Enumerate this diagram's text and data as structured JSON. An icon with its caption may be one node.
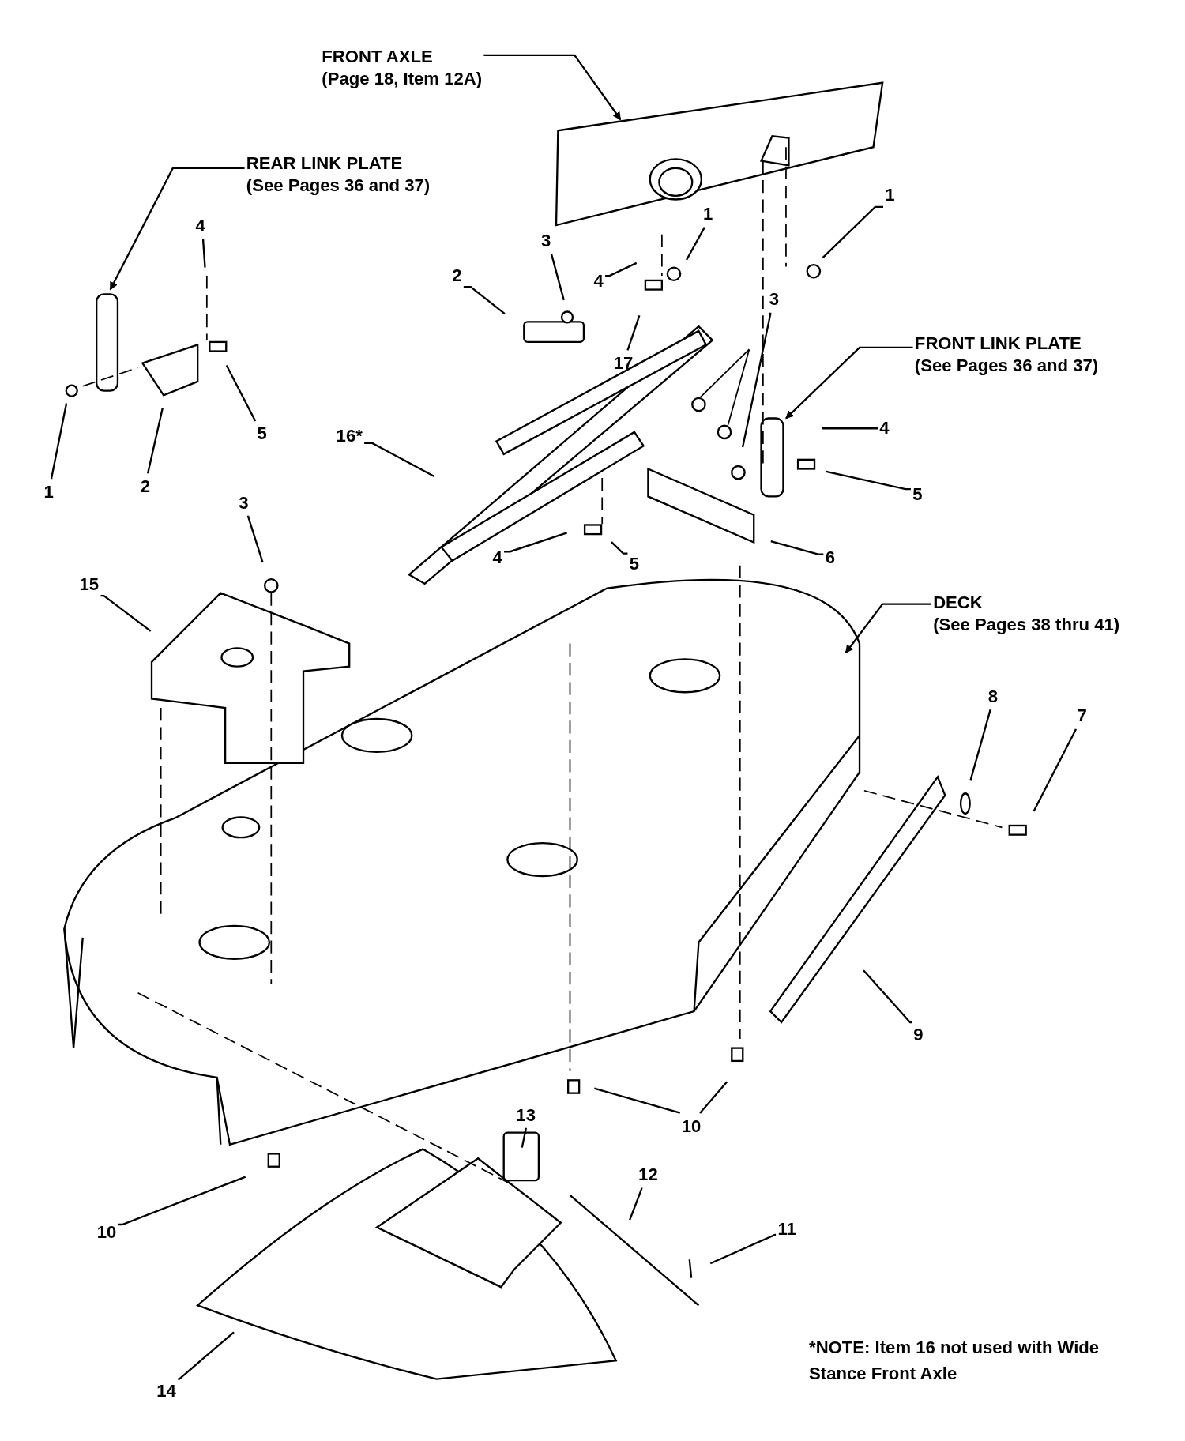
{
  "diagram": {
    "nodes": [
      {
        "text": [
          "FRONT AXLE",
          "(Page 18, Item 12A)"
        ]
      },
      {
        "text": [
          "REAR LINK PLATE",
          "(See Pages 36 and 37)"
        ]
      },
      {
        "text": [
          "1"
        ]
      },
      {
        "text": [
          "3"
        ]
      },
      {
        "text": [
          "1"
        ]
      },
      {
        "text": [
          "2"
        ]
      },
      {
        "text": [
          "4"
        ]
      },
      {
        "text": [
          "4"
        ]
      },
      {
        "text": [
          "17"
        ]
      },
      {
        "text": [
          "3"
        ]
      },
      {
        "text": [
          "FRONT LINK PLATE",
          "(See Pages 36 and 37)"
        ]
      },
      {
        "text": [
          "4"
        ]
      },
      {
        "text": [
          "16*"
        ]
      },
      {
        "text": [
          "5"
        ]
      },
      {
        "text": [
          "1"
        ]
      },
      {
        "text": [
          "2"
        ]
      },
      {
        "text": [
          "5"
        ]
      },
      {
        "text": [
          "3"
        ]
      },
      {
        "text": [
          "4"
        ]
      },
      {
        "text": [
          "5"
        ]
      },
      {
        "text": [
          "6"
        ]
      },
      {
        "text": [
          "15"
        ]
      },
      {
        "text": [
          "DECK",
          "(See Pages 38 thru 41)"
        ]
      },
      {
        "text": [
          "8"
        ]
      },
      {
        "text": [
          "7"
        ]
      },
      {
        "text": [
          "9"
        ]
      },
      {
        "text": [
          "10"
        ]
      },
      {
        "text": [
          "13"
        ]
      },
      {
        "text": [
          "12"
        ]
      },
      {
        "text": [
          "10"
        ]
      },
      {
        "text": [
          "11"
        ]
      },
      {
        "text": [
          "14"
        ]
      }
    ],
    "edges": [
      {
        "from": 0,
        "to": null,
        "arrow": "to"
      },
      {
        "from": 1,
        "to": null,
        "arrow": "to"
      },
      {
        "from": 2,
        "to": null,
        "arrow": "none"
      },
      {
        "from": 3,
        "to": null,
        "arrow": "none"
      },
      {
        "from": 4,
        "to": null,
        "arrow": "none"
      },
      {
        "from": 5,
        "to": null,
        "arrow": "none"
      },
      {
        "from": 6,
        "to": null,
        "arrow": "none"
      },
      {
        "from": 7,
        "to": null,
        "arrow": "none"
      },
      {
        "from": 8,
        "to": null,
        "arrow": "none"
      },
      {
        "from": 9,
        "to": null,
        "arrow": "none"
      },
      {
        "from": 10,
        "to": null,
        "arrow": "to"
      },
      {
        "from": 11,
        "to": null,
        "arrow": "none"
      },
      {
        "from": 12,
        "to": null,
        "arrow": "none"
      },
      {
        "from": 13,
        "to": null,
        "arrow": "none"
      },
      {
        "from": 14,
        "to": null,
        "arrow": "none"
      },
      {
        "from": 15,
        "to": null,
        "arrow": "none"
      },
      {
        "from": 16,
        "to": null,
        "arrow": "none"
      },
      {
        "from": 17,
        "to": null,
        "arrow": "none"
      },
      {
        "from": 18,
        "to": null,
        "arrow": "none"
      },
      {
        "from": 19,
        "to": null,
        "arrow": "none"
      },
      {
        "from": 20,
        "to": null,
        "arrow": "none"
      },
      {
        "from": 21,
        "to": null,
        "arrow": "none"
      },
      {
        "from": 22,
        "to": null,
        "arrow": "to"
      },
      {
        "from": 23,
        "to": null,
        "arrow": "none"
      },
      {
        "from": 24,
        "to": null,
        "arrow": "none"
      },
      {
        "from": 25,
        "to": null,
        "arrow": "none"
      },
      {
        "from": 26,
        "to": null,
        "arrow": "none"
      },
      {
        "from": 26,
        "to": null,
        "arrow": "none"
      },
      {
        "from": 27,
        "to": null,
        "arrow": "none"
      },
      {
        "from": 28,
        "to": null,
        "arrow": "none"
      },
      {
        "from": 29,
        "to": null,
        "arrow": "none"
      },
      {
        "from": 30,
        "to": null,
        "arrow": "none"
      },
      {
        "from": 31,
        "to": null,
        "arrow": "none"
      }
    ],
    "labels": [
      "*NOTE: Item 16 not used with Wide Stance Front Axle"
    ]
  }
}
